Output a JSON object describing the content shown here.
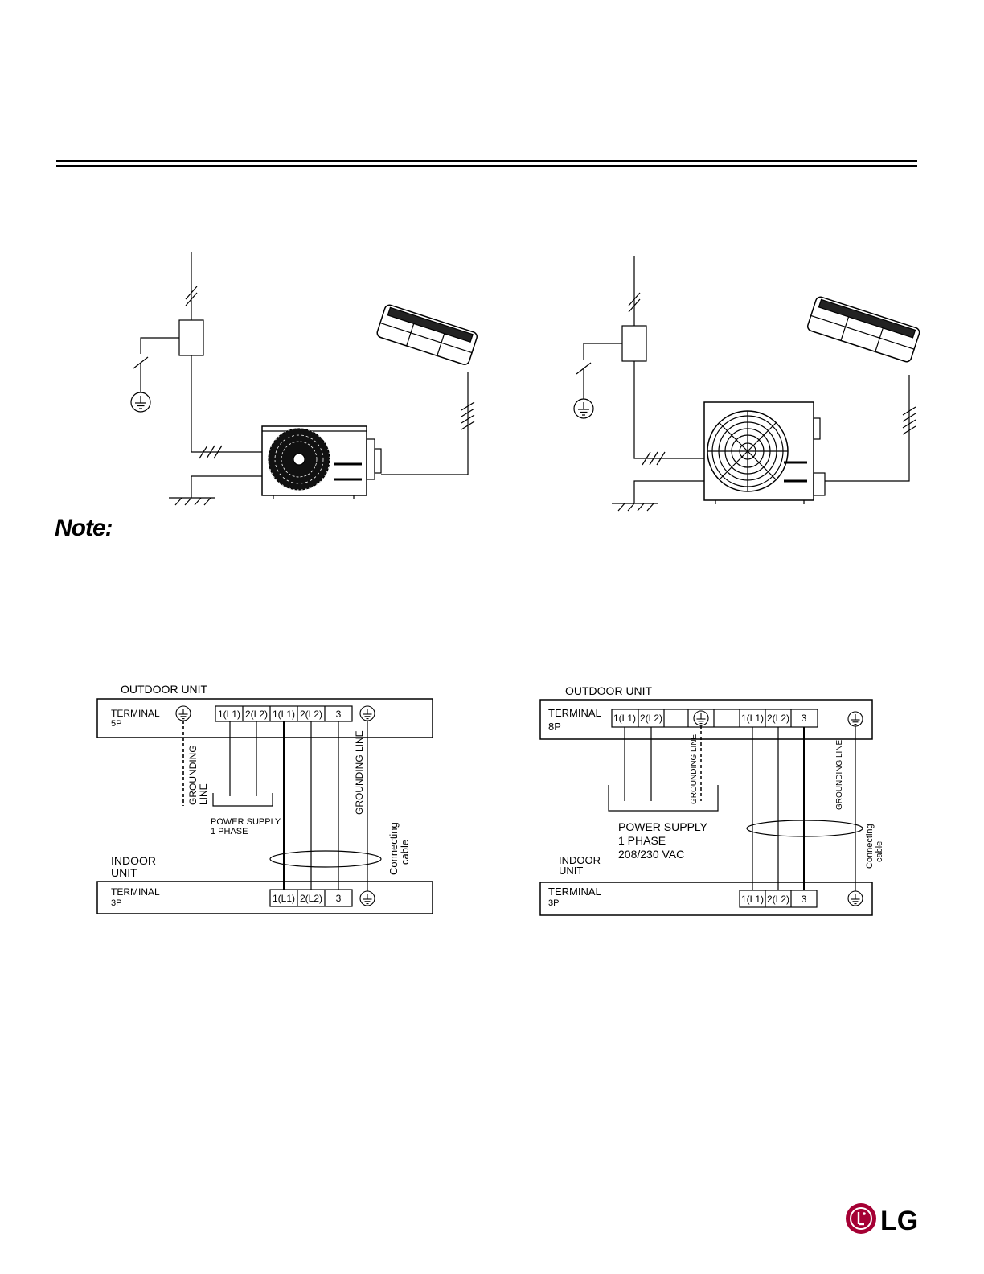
{
  "note_label": "Note:",
  "brand": {
    "logo_text": "LG",
    "logo_color": "#a50034"
  },
  "wiring_left": {
    "outdoor_unit_label": "OUTDOOR UNIT",
    "outdoor_terminal": {
      "line1": "TERMINAL",
      "line2": "5P",
      "cells": [
        "1(L1)",
        "2(L2)",
        "1(L1)",
        "2(L2)",
        "3"
      ]
    },
    "grounding_line_left": [
      "GROUNDING",
      "LINE"
    ],
    "grounding_line_right": "GROUNDING LINE",
    "power_supply": [
      "POWER SUPPLY",
      "1 PHASE"
    ],
    "connecting_cable": [
      "Connecting",
      "cable"
    ],
    "indoor_unit_label": [
      "INDOOR",
      "UNIT"
    ],
    "indoor_terminal": {
      "line1": "TERMINAL",
      "line2": "3P",
      "cells": [
        "1(L1)",
        "2(L2)",
        "3"
      ]
    }
  },
  "wiring_right": {
    "outdoor_unit_label": "OUTDOOR UNIT",
    "outdoor_terminal": {
      "line1": "TERMINAL",
      "line2": "8P",
      "cells": [
        "1(L1)",
        "2(L2)",
        "1(L1)",
        "2(L2)",
        "3"
      ]
    },
    "grounding_line_mid": "GROUNDING LINE",
    "grounding_line_right": "GROUNDING LINE",
    "power_supply": [
      "POWER SUPPLY",
      "1 PHASE",
      "208/230 VAC"
    ],
    "connecting_cable": [
      "Connecting",
      "cable"
    ],
    "indoor_unit_label": [
      "INDOOR",
      "UNIT"
    ],
    "indoor_terminal": {
      "line1": "TERMINAL",
      "line2": "3P",
      "cells": [
        "1(L1)",
        "2(L2)",
        "3"
      ]
    }
  }
}
